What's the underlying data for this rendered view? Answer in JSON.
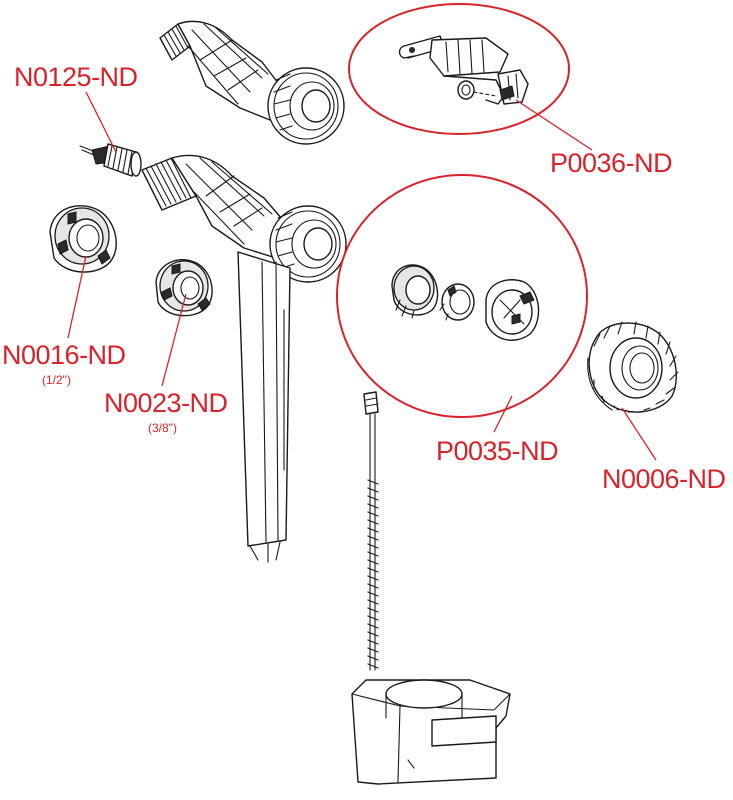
{
  "labels": {
    "n0125": "N0125-ND",
    "n0016": "N0016-ND",
    "n0016_size": "(1/2\")",
    "n0023": "N0023-ND",
    "n0023_size": "(3/8\")",
    "p0036": "P0036-ND",
    "p0035": "P0035-ND",
    "n0006": "N0006-ND"
  },
  "colors": {
    "accent": "#d8232a",
    "line": "#1a1a1a"
  }
}
